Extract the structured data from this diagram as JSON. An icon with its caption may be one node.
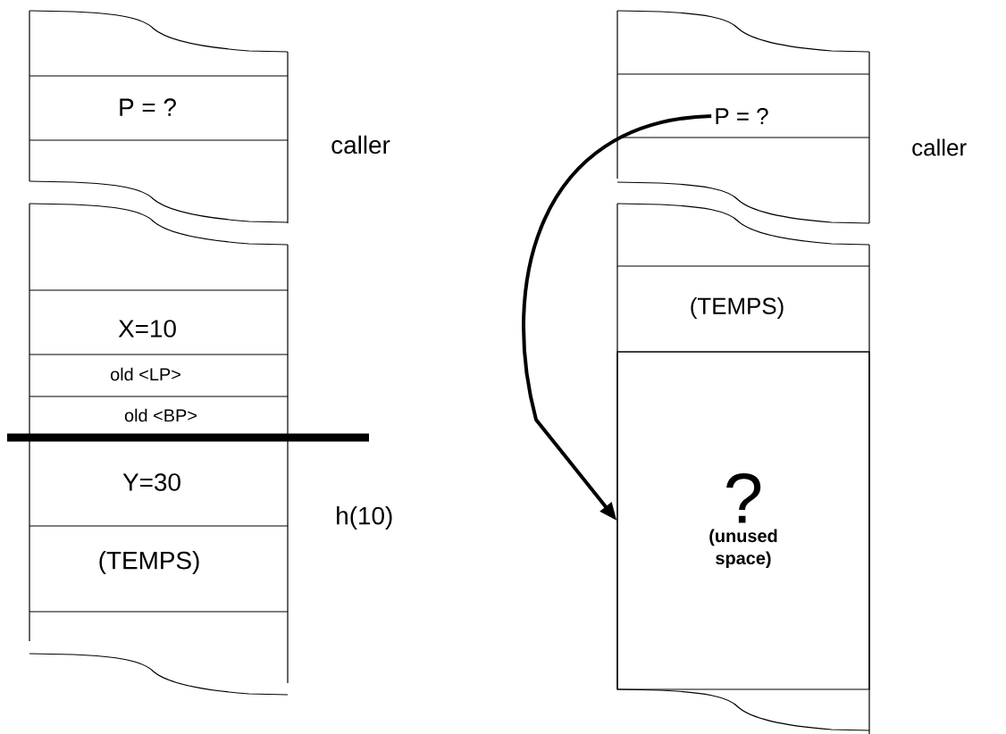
{
  "diagram": {
    "nodes": [
      {
        "text": [
          "P = ?"
        ]
      },
      {
        "text": [
          "X=10"
        ]
      },
      {
        "text": [
          "old <LP>"
        ]
      },
      {
        "text": [
          "old <BP>"
        ]
      },
      {
        "text": [
          "Y=30"
        ]
      },
      {
        "text": [
          "(TEMPS)"
        ]
      },
      {
        "text": [
          "P = ?"
        ]
      },
      {
        "text": [
          "(TEMPS)"
        ]
      },
      {
        "text": [
          "?",
          "(unused space)"
        ]
      }
    ],
    "edges": [
      {
        "from": 6,
        "to": 8,
        "arrow": "to"
      }
    ],
    "labels": [
      "caller",
      "h(10)",
      "caller"
    ]
  }
}
